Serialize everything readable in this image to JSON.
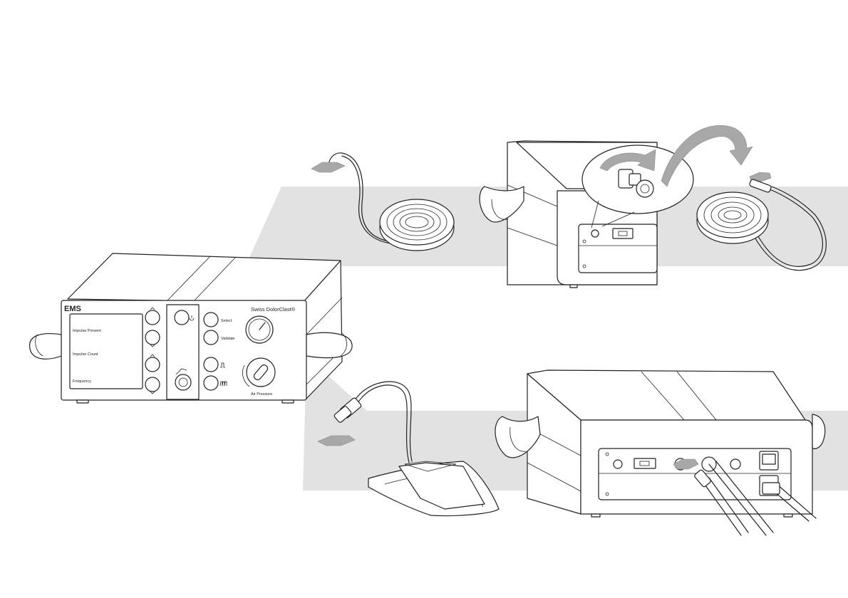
{
  "device": {
    "brand": "EMS",
    "product": "Swiss DolorClast®",
    "lcd_labels": [
      "Impulse Present",
      "Impulse Count",
      "Frequency"
    ],
    "buttons": {
      "select": "Select",
      "validate": "Validate"
    },
    "knob_label": "Air Pressure"
  },
  "colors": {
    "band": "#e2e2e2",
    "arrow": "#a8a8a8",
    "line": "#222222"
  },
  "icons": [
    "power-icon",
    "single-pulse-icon",
    "multi-pulse-icon",
    "chevron-up-icon",
    "chevron-down-icon"
  ]
}
